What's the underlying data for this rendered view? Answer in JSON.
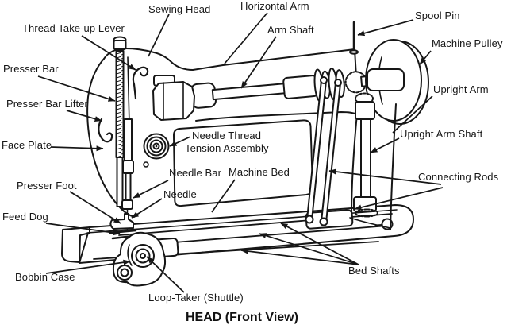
{
  "diagram": {
    "caption": "HEAD (Front View)",
    "ink_color": "#161616",
    "background_color": "#ffffff",
    "labels": [
      {
        "part": "sewing-head",
        "text": "Sewing Head"
      },
      {
        "part": "horizontal-arm",
        "text": "Horizontal Arm"
      },
      {
        "part": "spool-pin",
        "text": "Spool Pin"
      },
      {
        "part": "thread-take-up-lever",
        "text": "Thread Take-up Lever"
      },
      {
        "part": "arm-shaft",
        "text": "Arm Shaft"
      },
      {
        "part": "machine-pulley",
        "text": "Machine Pulley"
      },
      {
        "part": "presser-bar",
        "text": "Presser Bar"
      },
      {
        "part": "upright-arm",
        "text": "Upright Arm"
      },
      {
        "part": "presser-bar-lifter",
        "text": "Presser Bar Lifter"
      },
      {
        "part": "face-plate",
        "text": "Face Plate"
      },
      {
        "part": "needle-thread-line1",
        "text": "Needle Thread"
      },
      {
        "part": "needle-thread-line2",
        "text": "Tension Assembly"
      },
      {
        "part": "needle-bar",
        "text": "Needle Bar"
      },
      {
        "part": "machine-bed",
        "text": "Machine Bed"
      },
      {
        "part": "upright-arm-shaft",
        "text": "Upright Arm Shaft"
      },
      {
        "part": "connecting-rods",
        "text": "Connecting Rods"
      },
      {
        "part": "presser-foot",
        "text": "Presser Foot"
      },
      {
        "part": "needle",
        "text": "Needle"
      },
      {
        "part": "feed-dog",
        "text": "Feed Dog"
      },
      {
        "part": "bed-shafts",
        "text": "Bed Shafts"
      },
      {
        "part": "bobbin-case",
        "text": "Bobbin Case"
      },
      {
        "part": "loop-taker-shuttle",
        "text": "Loop-Taker (Shuttle)"
      }
    ]
  }
}
